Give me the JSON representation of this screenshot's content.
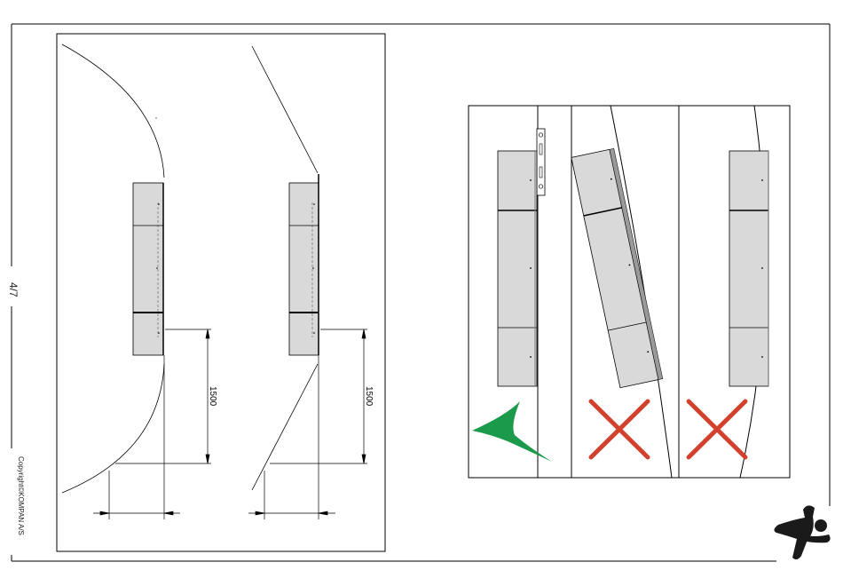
{
  "page": {
    "page_number": "4/7",
    "copyright": "Copyright©KOMPAN A/S"
  },
  "left_panel": {
    "dimension_left": "1500",
    "dimension_right": "1500"
  },
  "right_panel": {
    "correct_mark": "check-mark",
    "wrong_mark": "cross-mark",
    "colors": {
      "correct": "#1a9a4a",
      "wrong": "#d2412d",
      "panel_fill": "#d9d9d9"
    }
  },
  "logo": {
    "name": "kompan-logo",
    "color": "#1a1a1a"
  }
}
